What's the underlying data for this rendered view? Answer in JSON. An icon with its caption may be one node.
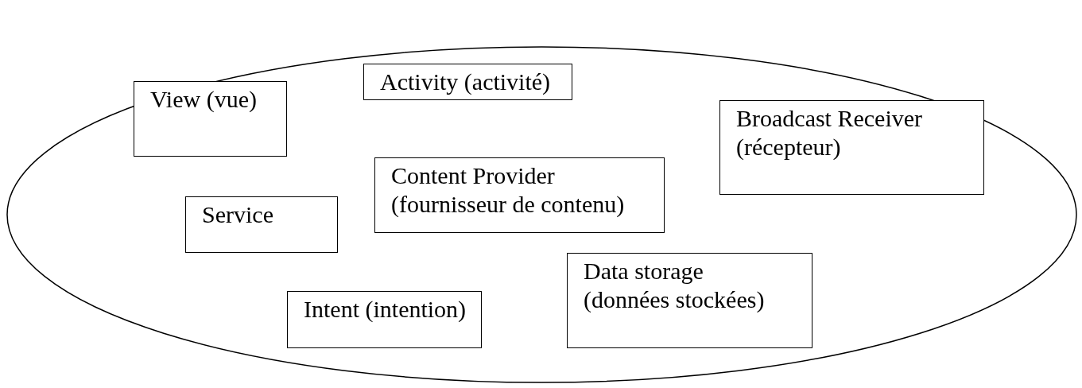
{
  "diagram": {
    "nodes": [
      {
        "text": [],
        "shape": "ellipse"
      },
      {
        "text": [
          "Activity (activité)"
        ],
        "in": 0
      },
      {
        "text": [
          "View (vue)"
        ],
        "in": 0
      },
      {
        "text": [
          "Broadcast Receiver (récepteur)"
        ],
        "in": 0
      },
      {
        "text": [
          "Content Provider (fournisseur de contenu)"
        ],
        "in": 0
      },
      {
        "text": [
          "Service"
        ],
        "in": 0
      },
      {
        "text": [
          "Data storage (données stockées)"
        ],
        "in": 0
      },
      {
        "text": [
          "Intent (intention)"
        ],
        "in": 0
      }
    ],
    "edges": []
  }
}
